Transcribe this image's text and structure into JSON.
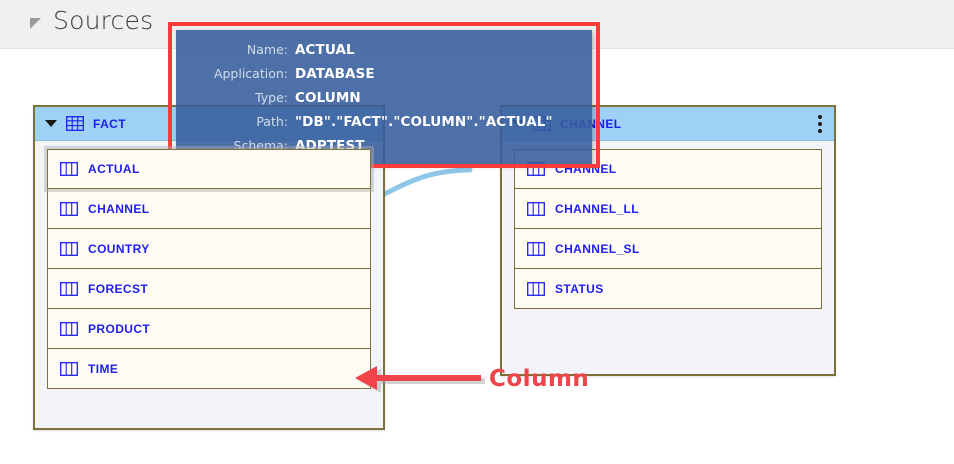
{
  "header": {
    "title": "Sources",
    "caret_icon": "collapse-caret-icon"
  },
  "tables": [
    {
      "id": "fact",
      "name": "FACT",
      "toggle_icon": "triangle-down-icon",
      "table_icon": "table-grid-icon",
      "columns": [
        {
          "name": "ACTUAL",
          "icon": "column-icon",
          "selected": true
        },
        {
          "name": "CHANNEL",
          "icon": "column-icon",
          "selected": false
        },
        {
          "name": "COUNTRY",
          "icon": "column-icon",
          "selected": false
        },
        {
          "name": "FORECST",
          "icon": "column-icon",
          "selected": false
        },
        {
          "name": "PRODUCT",
          "icon": "column-icon",
          "selected": false
        },
        {
          "name": "TIME",
          "icon": "column-icon",
          "selected": false
        }
      ]
    },
    {
      "id": "channel",
      "name": "CHANNEL",
      "toggle_icon": "triangle-down-icon",
      "table_icon": "table-grid-icon",
      "menu_icon": "kebab-menu-icon",
      "columns": [
        {
          "name": "CHANNEL",
          "icon": "column-icon",
          "selected": false
        },
        {
          "name": "CHANNEL_LL",
          "icon": "column-icon",
          "selected": false
        },
        {
          "name": "CHANNEL_SL",
          "icon": "column-icon",
          "selected": false
        },
        {
          "name": "STATUS",
          "icon": "column-icon",
          "selected": false
        }
      ]
    }
  ],
  "tooltip": {
    "rows": [
      {
        "label": "Name:",
        "value": "ACTUAL"
      },
      {
        "label": "Application:",
        "value": "DATABASE"
      },
      {
        "label": "Type:",
        "value": "COLUMN"
      },
      {
        "label": "Path:",
        "value": "\"DB\".\"FACT\".\"COLUMN\".\"ACTUAL\""
      },
      {
        "label": "Schema:",
        "value": "ADPTEST"
      }
    ]
  },
  "annotation": {
    "label": "Column",
    "arrow_icon": "left-arrow-icon",
    "highlight_icon": "highlight-rectangle",
    "color": "#f0434a"
  },
  "colors": {
    "header_band": "#f0f0f0",
    "table_header": "#9fd0f5",
    "table_border": "#7d7038",
    "column_bg": "#fdfbf3",
    "label_blue": "#1e1ef0",
    "tooltip_bg": "#365c9c",
    "connector": "#8fc7e8",
    "annotation_red": "#f0434a"
  }
}
